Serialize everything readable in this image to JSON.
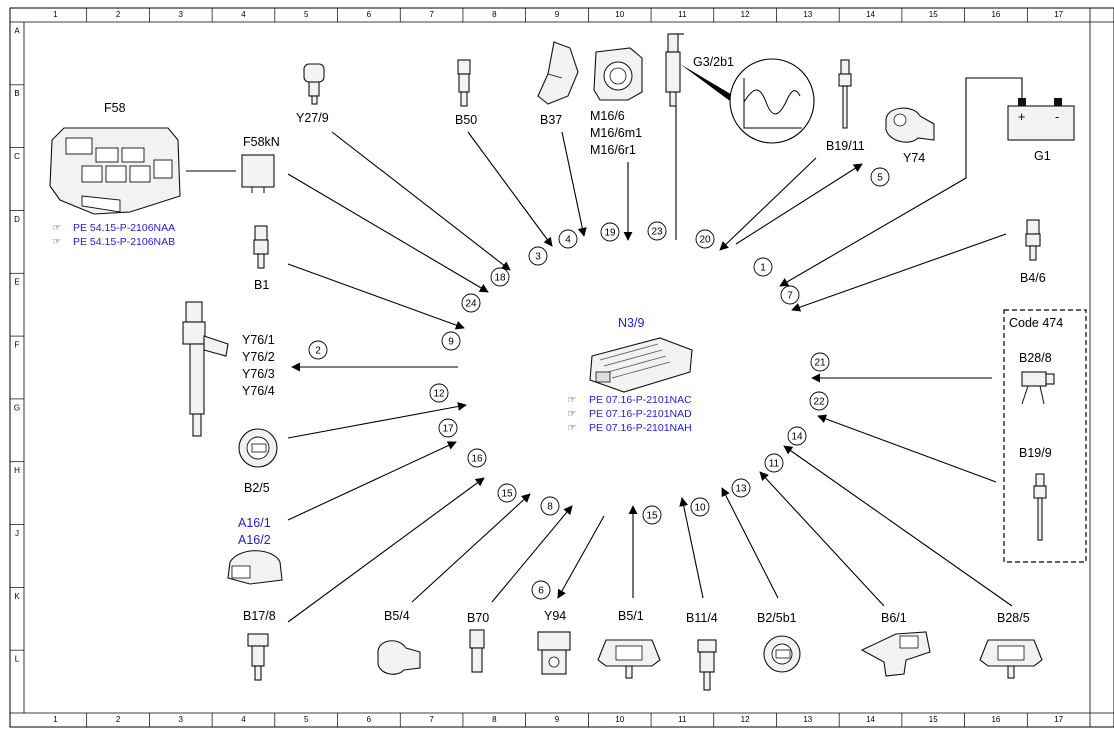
{
  "grid": {
    "columns": [
      "1",
      "2",
      "3",
      "4",
      "5",
      "6",
      "7",
      "8",
      "9",
      "10",
      "11",
      "12",
      "13",
      "14",
      "15",
      "16",
      "17"
    ],
    "rows": [
      "A",
      "B",
      "C",
      "D",
      "E",
      "F",
      "G",
      "H",
      "J",
      "K",
      "L"
    ]
  },
  "center": {
    "label": "N3/9",
    "refs": [
      "PE 07.16-P-2101NAC",
      "PE 07.16-P-2101NAD",
      "PE 07.16-P-2101NAH"
    ]
  },
  "components": {
    "F58": "F58",
    "F58_refs": [
      "PE 54.15-P-2106NAA",
      "PE 54.15-P-2106NAB"
    ],
    "F58kN": "F58kN",
    "Y27_9": "Y27/9",
    "B50": "B50",
    "B37": "B37",
    "M16": [
      "M16/6",
      "M16/6m1",
      "M16/6r1"
    ],
    "G3_2b1": "G3/2b1",
    "B19_11": "B19/11",
    "Y74": "Y74",
    "G1": "G1",
    "B4_6": "B4/6",
    "B1": "B1",
    "Y76": [
      "Y76/1",
      "Y76/2",
      "Y76/3",
      "Y76/4"
    ],
    "B2_5": "B2/5",
    "A16": [
      "A16/1",
      "A16/2"
    ],
    "B17_8": "B17/8",
    "B5_4": "B5/4",
    "B70": "B70",
    "Y94": "Y94",
    "B5_1": "B5/1",
    "B11_4": "B11/4",
    "B2_5b1": "B2/5b1",
    "B6_1": "B6/1",
    "B28_5": "B28/5",
    "code474": "Code 474",
    "B28_8": "B28/8",
    "B19_9": "B19/9"
  },
  "battery": {
    "plus": "+",
    "minus": "-"
  },
  "circle_numbers": [
    "1",
    "2",
    "3",
    "4",
    "5",
    "6",
    "7",
    "8",
    "9",
    "10",
    "11",
    "12",
    "13",
    "14",
    "15",
    "15",
    "16",
    "17",
    "18",
    "19",
    "20",
    "21",
    "22",
    "23",
    "24"
  ]
}
